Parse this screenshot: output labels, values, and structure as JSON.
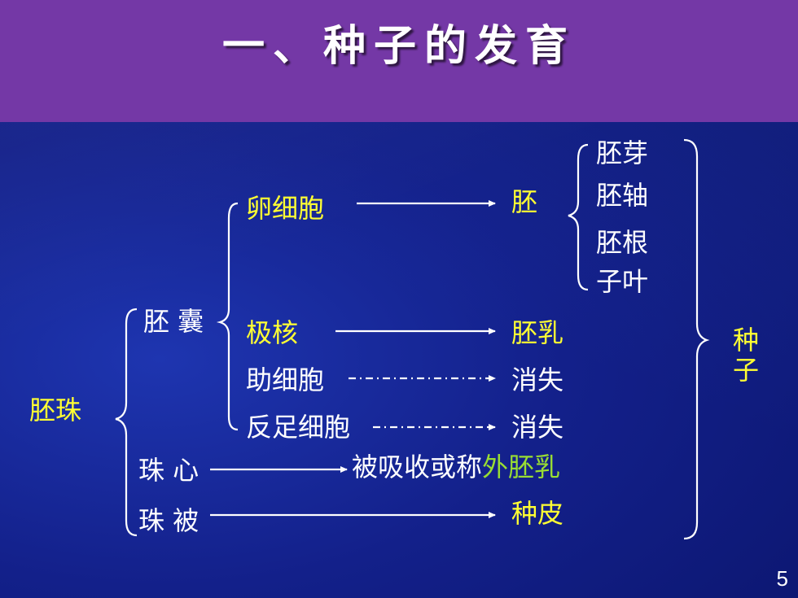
{
  "slide": {
    "title": "一、种子的发育",
    "page_number": "5"
  },
  "diagram": {
    "root": "胚珠",
    "embryo_sac": "胚 囊",
    "nucellus": "珠 心",
    "integument": "珠 被",
    "egg_cell": "卵细胞",
    "polar_nuclei": "极核",
    "synergids": "助细胞",
    "antipodal_cells": "反足细胞",
    "embryo": "胚",
    "endosperm": "胚乳",
    "disappear_1": "消失",
    "disappear_2": "消失",
    "absorbed_text": "被吸收或称",
    "perisperm": "外胚乳",
    "seed_coat": "种皮",
    "plumule": "胚芽",
    "hypocotyl": "胚轴",
    "radicle": "胚根",
    "cotyledon": "子叶",
    "seed": "种\n子"
  },
  "colors": {
    "title_bar": "#7438a6",
    "background": "#13208a",
    "text_white": "#ffffff",
    "text_yellow": "#ffff33",
    "text_green": "#99dd33"
  }
}
